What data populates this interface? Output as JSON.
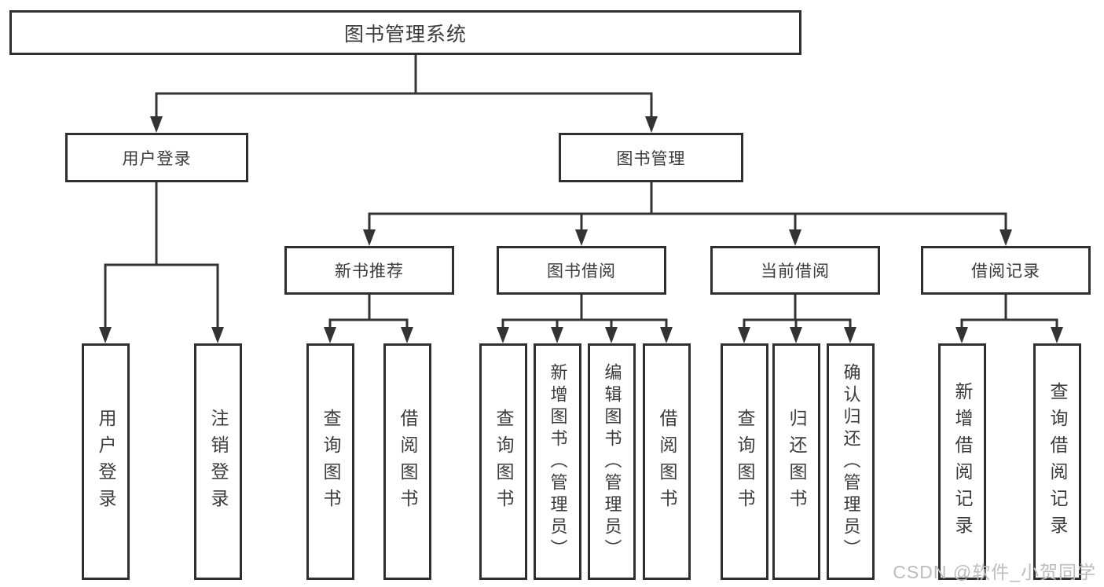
{
  "diagram": {
    "root": {
      "id": "root",
      "label": "图书管理系统"
    },
    "level2": [
      {
        "id": "user-login",
        "label": "用户登录"
      },
      {
        "id": "book-management",
        "label": "图书管理"
      }
    ],
    "level3": [
      {
        "id": "new-book-recommend",
        "label": "新书推荐"
      },
      {
        "id": "book-borrow",
        "label": "图书借阅"
      },
      {
        "id": "current-borrow",
        "label": "当前借阅"
      },
      {
        "id": "borrow-records",
        "label": "借阅记录"
      }
    ],
    "leaves": [
      {
        "id": "leaf-user-login",
        "label": "用户登录"
      },
      {
        "id": "leaf-logout",
        "label": "注销登录"
      },
      {
        "id": "leaf-query-books-1",
        "label": "查询图书"
      },
      {
        "id": "leaf-borrow-books-1",
        "label": "借阅图书"
      },
      {
        "id": "leaf-query-books-2",
        "label": "查询图书"
      },
      {
        "id": "leaf-add-book-admin",
        "label": "新增图书（管理员）"
      },
      {
        "id": "leaf-edit-book-admin",
        "label": "编辑图书（管理员）"
      },
      {
        "id": "leaf-borrow-books-2",
        "label": "借阅图书"
      },
      {
        "id": "leaf-query-books-3",
        "label": "查询图书"
      },
      {
        "id": "leaf-return-book",
        "label": "归还图书"
      },
      {
        "id": "leaf-confirm-return-admin",
        "label": "确认归还（管理员）"
      },
      {
        "id": "leaf-add-borrow-record",
        "label": "新增借阅记录"
      },
      {
        "id": "leaf-query-borrow-record",
        "label": "查询借阅记录"
      }
    ]
  },
  "watermark": "CSDN @软件_小贺同学",
  "colors": {
    "line": "#333333",
    "box_border": "#2f2f2f",
    "text": "#3b3b3b",
    "watermark": "#bcbcbc",
    "background": "#ffffff"
  }
}
